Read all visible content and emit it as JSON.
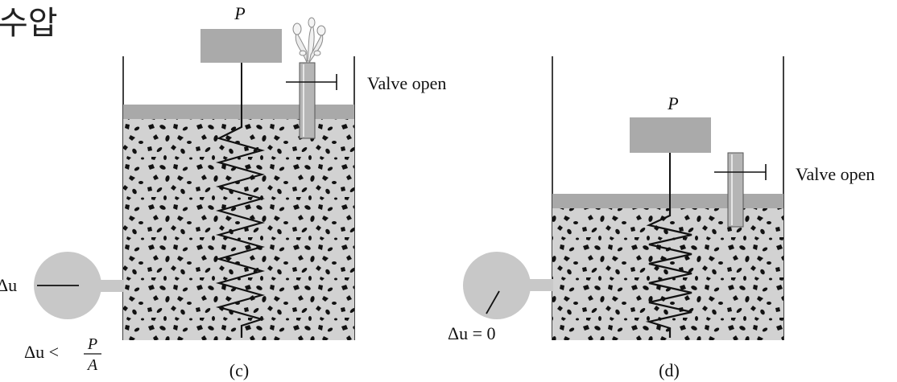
{
  "corner_text": "수압",
  "panel_c": {
    "load_label": "P",
    "valve_label": "Valve open",
    "gauge_label_prefix": "Δu",
    "condition_prefix": "Δu <",
    "condition_numerator": "P",
    "condition_denominator": "A",
    "caption": "(c)"
  },
  "panel_d": {
    "load_label": "P",
    "valve_label": "Valve open",
    "gauge_reading": "Δu = 0",
    "caption": "(d)"
  },
  "colors": {
    "soil_fill": "#d2d2d2",
    "piston": "#a9a9a9",
    "load_block": "#aaaaaa",
    "gauge": "#c8c8c8",
    "grain": "#111111",
    "line": "#111111"
  }
}
